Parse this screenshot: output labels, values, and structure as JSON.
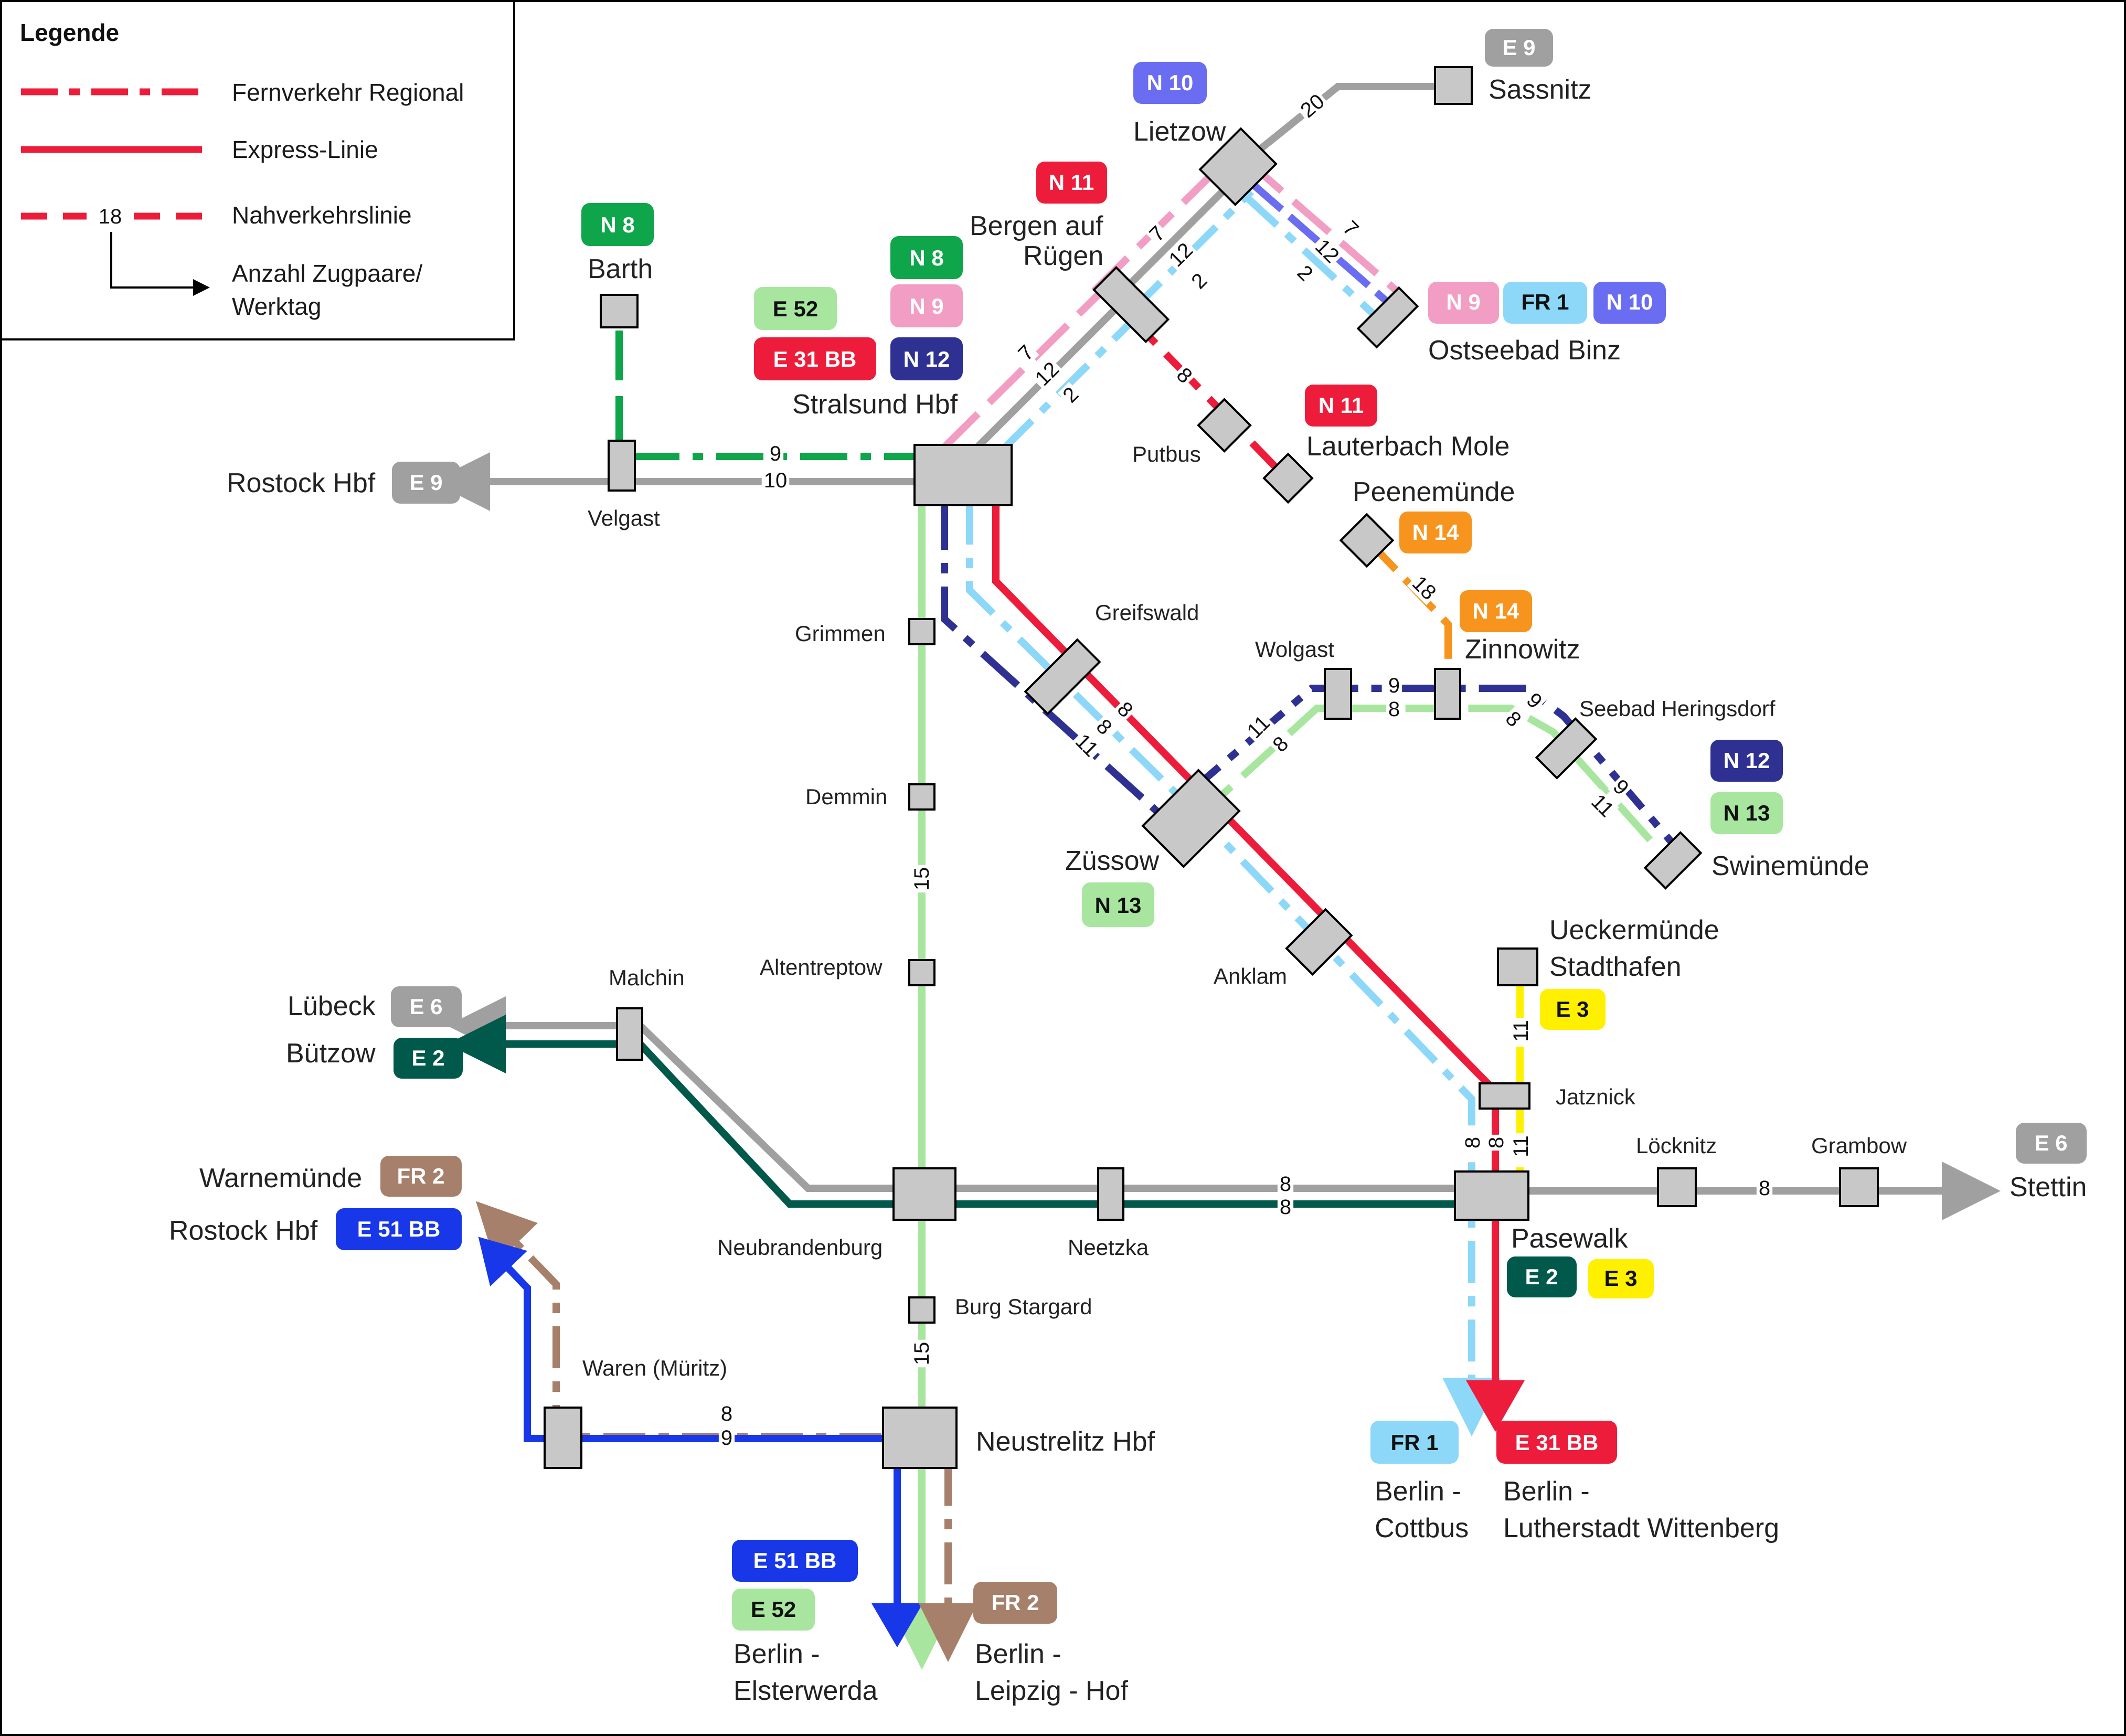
{
  "legend": {
    "title": "Legende",
    "fernverkehr_label": "Fernverkehr Regional",
    "express_label": "Express-Linie",
    "nahverkehr_label": "Nahverkehrslinie",
    "count_example": "18",
    "count_label_line1": "Anzahl Zugpaare/",
    "count_label_line2": "Werktag"
  },
  "colors": {
    "grey": "#a0a0a0",
    "green_n8": "#0fa54b",
    "pink_n9": "#f29dc4",
    "navy_n12": "#2e3192",
    "light_blue_fr1": "#8dd8f8",
    "red_e31": "#ed1c3a",
    "light_green_n13": "#a8e6a0",
    "periwinkle_n10": "#6a6cf2",
    "dark_green_e2": "#00594a",
    "brown_fr2": "#a6806a",
    "blue_e51": "#1737e8",
    "orange_n14": "#f7941d",
    "yellow_e3": "#fff000",
    "station_fill": "#c8c8c8"
  },
  "stations": {
    "sassnitz": "Sassnitz",
    "lietzow": "Lietzow",
    "bergen_l1": "Bergen auf",
    "bergen_l2": "Rügen",
    "binz": "Ostseebad Binz",
    "barth": "Barth",
    "putbus": "Putbus",
    "lauterbach": "Lauterbach Mole",
    "stralsund": "Stralsund Hbf",
    "rostock_hbf": "Rostock Hbf",
    "velgast": "Velgast",
    "peenemuende": "Peenemünde",
    "zinnowitz": "Zinnowitz",
    "grimmen": "Grimmen",
    "greifswald": "Greifswald",
    "wolgast": "Wolgast",
    "heringsdorf": "Seebad Heringsdorf",
    "demmin": "Demmin",
    "zuessow": "Züssow",
    "swinemuende": "Swinemünde",
    "altentreptow": "Altentreptow",
    "anklam": "Anklam",
    "malchin": "Malchin",
    "luebeck": "Lübeck",
    "buetzow": "Bützow",
    "ueckermuende_l1": "Ueckermünde",
    "ueckermuende_l2": "Stadthafen",
    "jatznick": "Jatznick",
    "loecknitz": "Löcknitz",
    "grambow": "Grambow",
    "stettin": "Stettin",
    "warnemuende": "Warnemünde",
    "rostock_hbf2": "Rostock Hbf",
    "neubrandenburg": "Neubrandenburg",
    "neetzka": "Neetzka",
    "pasewalk": "Pasewalk",
    "burg_stargard": "Burg Stargard",
    "waren": "Waren (Müritz)",
    "neustrelitz": "Neustrelitz Hbf",
    "berlin_cottbus_l1": "Berlin -",
    "berlin_cottbus_l2": "Cottbus",
    "berlin_wittenberg_l1": "Berlin -",
    "berlin_wittenberg_l2": "Lutherstadt Wittenberg",
    "berlin_elsterwerda_l1": "Berlin -",
    "berlin_elsterwerda_l2": "Elsterwerda",
    "berlin_hof_l1": "Berlin -",
    "berlin_hof_l2": "Leipzig - Hof"
  },
  "badges": {
    "e9_sassnitz": "E 9",
    "n10_lietzow": "N 10",
    "n11_bergen": "N 11",
    "n8_barth": "N 8",
    "n8_stralsund": "N 8",
    "e52_stralsund": "E 52",
    "n9_stralsund": "N 9",
    "e31bb_stralsund": "E 31 BB",
    "n12_stralsund": "N 12",
    "n9_binz": "N 9",
    "fr1_binz": "FR 1",
    "n10_binz": "N 10",
    "n11_lauterbach": "N 11",
    "e9_rostock": "E 9",
    "n14_peenemuende": "N 14",
    "n14_zinnowitz": "N 14",
    "n12_swine": "N 12",
    "n13_swine": "N 13",
    "n13_zuessow": "N 13",
    "e6_luebeck": "E 6",
    "e2_buetzow": "E 2",
    "e3_ueckermuende": "E 3",
    "e6_stettin": "E 6",
    "fr2_warnemuende": "FR 2",
    "e51bb_rostock": "E 51 BB",
    "e2_pasewalk": "E 2",
    "e3_pasewalk": "E 3",
    "fr1_berlin": "FR 1",
    "e31bb_berlin": "E 31 BB",
    "e51bb_berlin": "E 51 BB",
    "e52_berlin": "E 52",
    "fr2_berlin": "FR 2"
  },
  "counts": {
    "lietzow_sassnitz": "20",
    "bergen_lietzow_n9": "7",
    "bergen_lietzow_e9": "12",
    "bergen_lietzow_fr1": "2",
    "lietzow_binz_n9": "7",
    "lietzow_binz_n10": "12",
    "lietzow_binz_fr1": "2",
    "stralsund_bergen_n9": "7",
    "stralsund_bergen_e9": "12",
    "stralsund_bergen_fr1": "2",
    "bergen_putbus": "8",
    "velgast_stralsund_n8": "9",
    "velgast_stralsund_e9": "10",
    "peenemuende_zinnowitz": "18",
    "greifswald_zuessow_e31": "8",
    "greifswald_zuessow_fr1": "8",
    "greifswald_zuessow_n12": "11",
    "zuessow_wolgast_n12": "11",
    "zuessow_wolgast_n13": "8",
    "wolgast_zinnowitz_n12": "9",
    "wolgast_zinnowitz_n13": "8",
    "zinnowitz_heringsdorf_n12": "9",
    "zinnowitz_heringsdorf_n13": "8",
    "heringsdorf_swine_n12": "9",
    "heringsdorf_swine_n13": "11",
    "demmin_altentreptow": "15",
    "ueckermuende_jatznick": "11",
    "jatznick_pasewalk_fr1": "8",
    "jatznick_pasewalk_e31": "8",
    "jatznick_pasewalk_e3": "11",
    "neetzka_pasewalk_e6": "8",
    "neetzka_pasewalk_e2": "8",
    "loecknitz_grambow": "8",
    "burg_neustrelitz": "15",
    "waren_neustrelitz_fr2": "8",
    "waren_neustrelitz_e51": "9"
  }
}
